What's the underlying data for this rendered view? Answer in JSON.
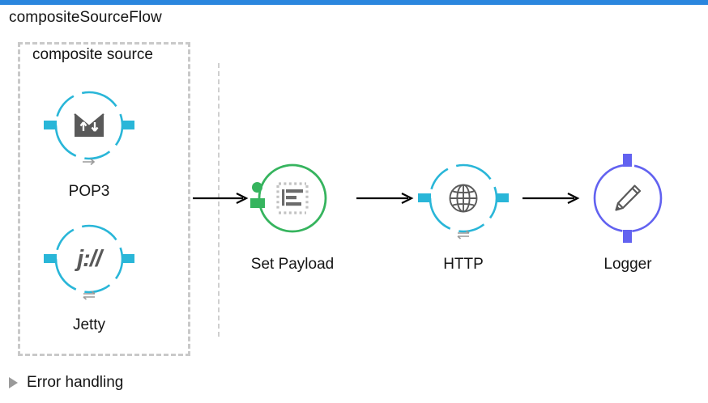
{
  "window": {
    "accent_color": "#2a86de"
  },
  "flow": {
    "title": "compositeSourceFlow"
  },
  "group": {
    "title": "composite source"
  },
  "colors": {
    "cyan": "#29b6d8",
    "green": "#36b45e",
    "purple": "#6262f0",
    "icon_grey": "#595959",
    "light_grey": "#c9c9c9",
    "arrow_black": "#000000"
  },
  "nodes": [
    {
      "id": "pop3",
      "label": "POP3",
      "icon": "envelope-arrows-icon",
      "color": "#29b6d8",
      "ring_style": "dashed",
      "mode": "one-way-arrow",
      "connectors": [
        "left",
        "right"
      ]
    },
    {
      "id": "jetty",
      "label": "Jetty",
      "icon": "jetty-protocol-icon",
      "icon_text": "j://",
      "color": "#29b6d8",
      "ring_style": "dashed",
      "mode": "request-response",
      "connectors": [
        "left",
        "right"
      ]
    },
    {
      "id": "set-payload",
      "label": "Set Payload",
      "icon": "document-lines-icon",
      "color": "#36b45e",
      "ring_style": "solid",
      "mode": "none",
      "connectors": [
        "left-dot",
        "left-tab"
      ]
    },
    {
      "id": "http",
      "label": "HTTP",
      "icon": "globe-icon",
      "color": "#29b6d8",
      "ring_style": "dashed",
      "mode": "request-response",
      "connectors": [
        "left",
        "right"
      ]
    },
    {
      "id": "logger",
      "label": "Logger",
      "icon": "pencil-icon",
      "color": "#6262f0",
      "ring_style": "dashed-vertical",
      "mode": "none",
      "connectors": [
        "top",
        "bottom"
      ]
    }
  ],
  "connections": [
    {
      "id": "conn-source-to-setpayload",
      "from": "composite source",
      "to": "Set Payload"
    },
    {
      "id": "conn-setpayload-to-http",
      "from": "Set Payload",
      "to": "HTTP"
    },
    {
      "id": "conn-http-to-logger",
      "from": "HTTP",
      "to": "Logger"
    }
  ],
  "footer": {
    "error_handling_label": "Error handling",
    "disclosure_icon": "triangle-right-icon",
    "expanded": false
  }
}
